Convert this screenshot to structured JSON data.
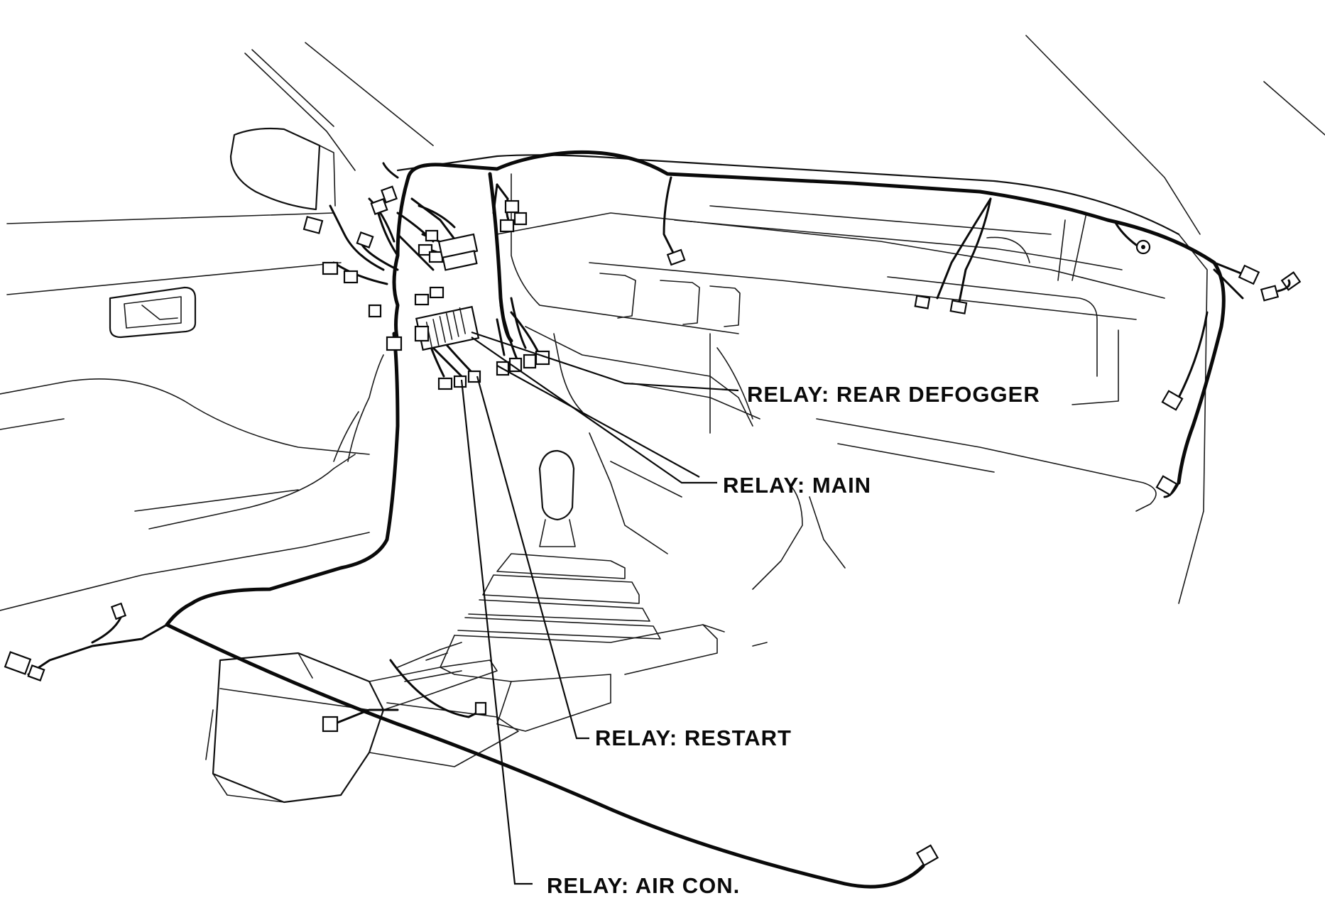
{
  "labels": {
    "rear_defogger": "RELAY: REAR DEFOGGER",
    "main": "RELAY: MAIN",
    "restart": "RELAY: RESTART",
    "air_con": "RELAY: AIR CON."
  },
  "colors": {
    "ink": "#0a0a0a",
    "paper": "#ffffff"
  }
}
